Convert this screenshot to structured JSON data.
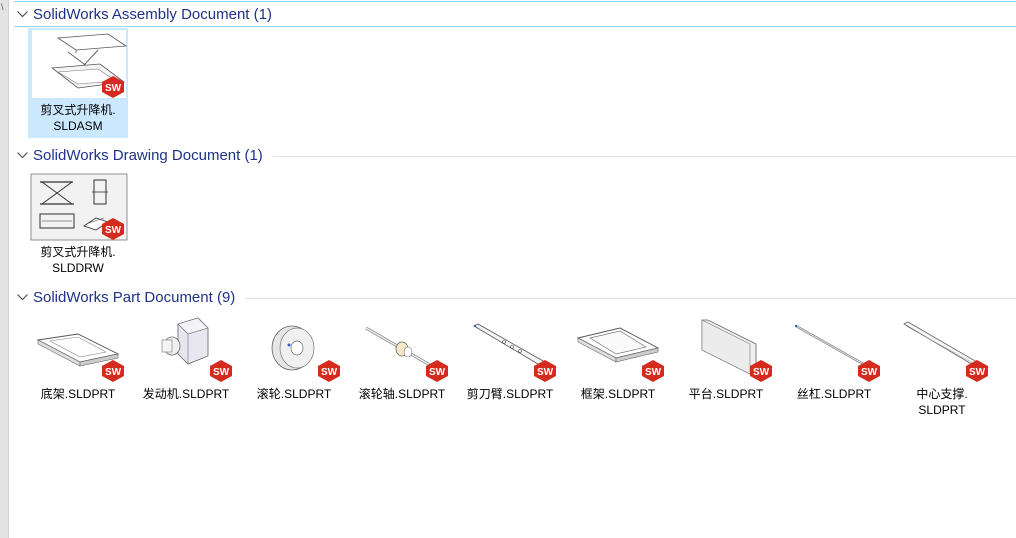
{
  "groups": [
    {
      "title": "SolidWorks Assembly Document (1)",
      "items": [
        {
          "line1": "剪叉式升降机.",
          "line2": "SLDASM",
          "icon": "scissor-lift-assembly-thumbnail"
        }
      ]
    },
    {
      "title": "SolidWorks Drawing Document (1)",
      "items": [
        {
          "line1": "剪叉式升降机.",
          "line2": "SLDDRW",
          "icon": "drawing-sheet-thumbnail"
        }
      ]
    },
    {
      "title": "SolidWorks Part Document (9)",
      "items": [
        {
          "line1": "底架.SLDPRT",
          "line2": "",
          "icon": "base-frame-thumbnail"
        },
        {
          "line1": "发动机.SLDPRT",
          "line2": "",
          "icon": "motor-thumbnail"
        },
        {
          "line1": "滚轮.SLDPRT",
          "line2": "",
          "icon": "roller-thumbnail"
        },
        {
          "line1": "滚轮轴.SLDPRT",
          "line2": "",
          "icon": "roller-shaft-thumbnail"
        },
        {
          "line1": "剪刀臂.SLDPRT",
          "line2": "",
          "icon": "scissor-arm-thumbnail"
        },
        {
          "line1": "框架.SLDPRT",
          "line2": "",
          "icon": "frame-thumbnail"
        },
        {
          "line1": "平台.SLDPRT",
          "line2": "",
          "icon": "platform-thumbnail"
        },
        {
          "line1": "丝杠.SLDPRT",
          "line2": "",
          "icon": "lead-screw-thumbnail"
        },
        {
          "line1": "中心支撑.",
          "line2": "SLDPRT",
          "icon": "center-support-thumbnail"
        }
      ]
    }
  ],
  "badge_label": "SW",
  "colors": {
    "group_title": "#1e3287",
    "selection": "#cce8ff",
    "badge_red": "#d52b1e"
  }
}
